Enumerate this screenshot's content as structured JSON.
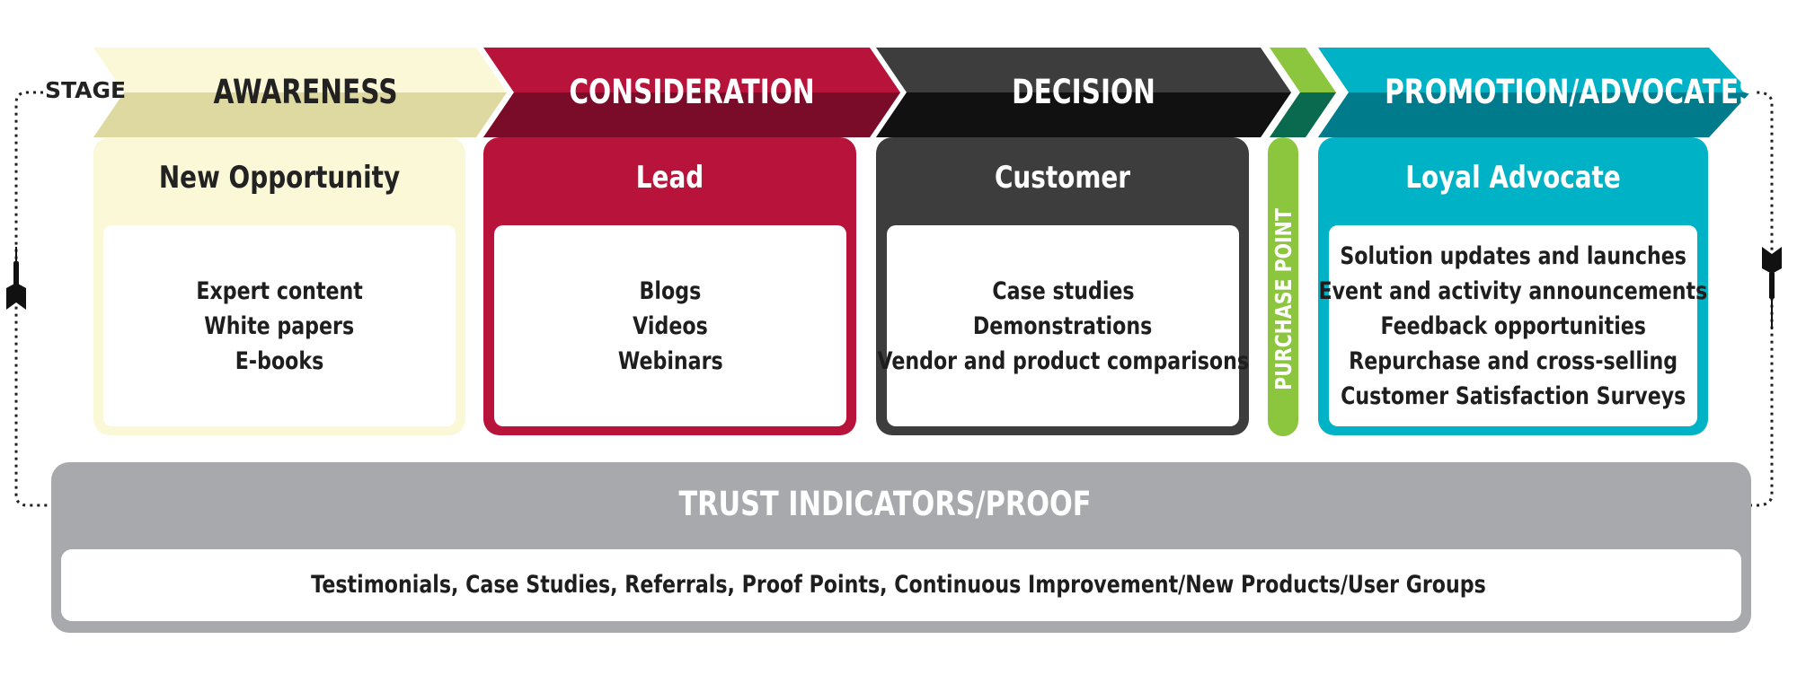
{
  "stage_label": "STAGE",
  "stages": [
    {
      "title": "AWARENESS",
      "subtitle": "New Opportunity",
      "items": [
        "Expert content",
        "White papers",
        "E-books"
      ]
    },
    {
      "title": "CONSIDERATION",
      "subtitle": "Lead",
      "items": [
        "Blogs",
        "Videos",
        "Webinars"
      ]
    },
    {
      "title": "DECISION",
      "subtitle": "Customer",
      "items": [
        "Case studies",
        "Demonstrations",
        "Vendor and product comparisons"
      ]
    },
    {
      "title": "PROMOTION/ADVOCATES",
      "subtitle": "Loyal Advocate",
      "items": [
        "Solution updates and launches",
        "Event and activity announcements",
        "Feedback opportunities",
        "Repurchase and cross-selling",
        "Customer Satisfaction Surveys"
      ]
    }
  ],
  "purchase_point": "PURCHASE POINT",
  "trust": {
    "title": "TRUST INDICATORS/PROOF",
    "items": "Testimonials, Case Studies, Referrals, Proof Points, Continuous Improvement/New Products/User Groups"
  },
  "colors": {
    "awareness": "#faf8d6",
    "awareness_dark": "#ded9a0",
    "awareness_text": "#222222",
    "consideration": "#b8133a",
    "consideration_dark": "#7a0c2a",
    "decision": "#3d3d3d",
    "decision_dark": "#111111",
    "purchase": "#8cc63f",
    "purchase_dark": "#0a6a50",
    "promotion": "#00b2c6",
    "promotion_dark": "#007b8c",
    "trust": "#a7a9ad"
  },
  "icons": [
    "dart-icon",
    "dart-icon"
  ]
}
